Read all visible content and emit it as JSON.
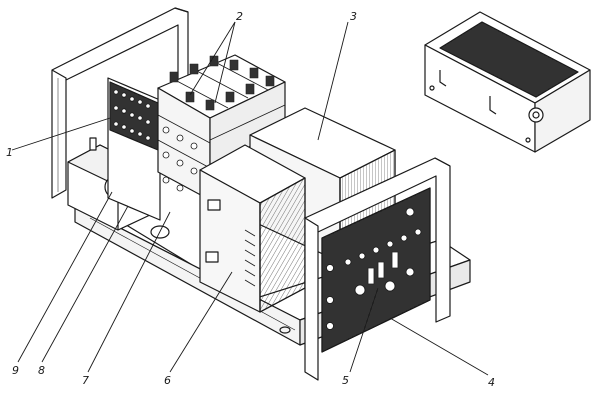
{
  "labels": {
    "l1": "1",
    "l2": "2",
    "l3": "3",
    "l4": "4",
    "l5": "5",
    "l6": "6",
    "l7": "7",
    "l8": "8",
    "l9": "9"
  },
  "colors": {
    "ink": "#1a1a1a",
    "paper": "#ffffff",
    "shade": "#3a3a3a"
  }
}
